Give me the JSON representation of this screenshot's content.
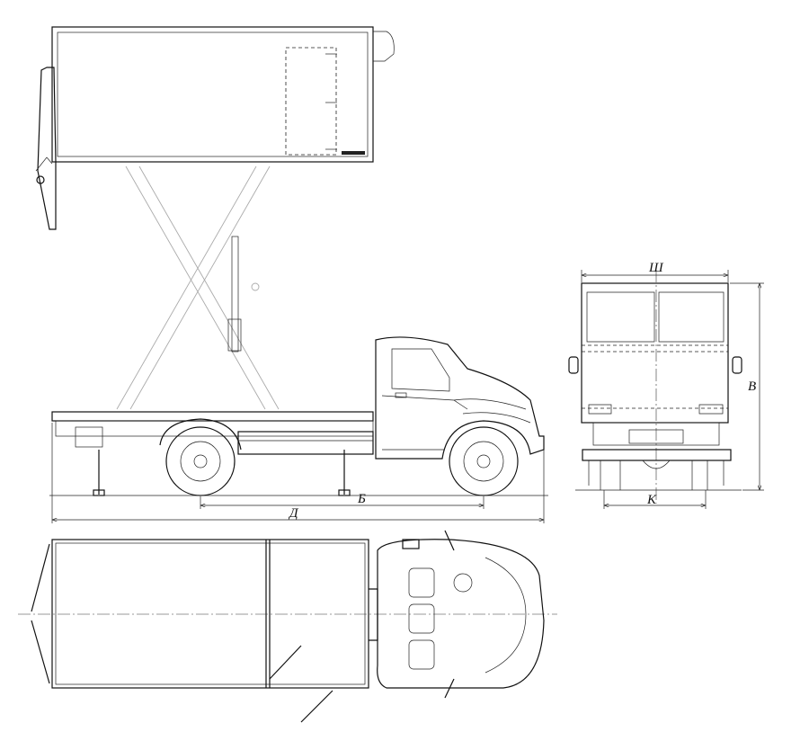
{
  "drawing": {
    "dimensions": {
      "width_label": "Ш",
      "height_label": "В",
      "track_label": "К",
      "wheelbase_label": "Б",
      "length_label": "Д"
    },
    "views": [
      "side-view-raised-body",
      "rear-view",
      "top-view"
    ]
  }
}
